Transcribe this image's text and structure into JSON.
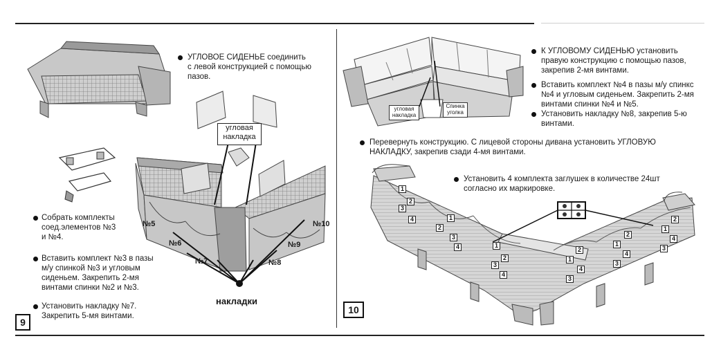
{
  "page9": {
    "number": "9",
    "step1": [
      "УГЛОВОЕ СИДЕНЬЕ соединить",
      "с левой конструкцией с помощью",
      "пазов."
    ],
    "step2": [
      "Собрать комплекты",
      "соед.элементов №3",
      "и №4."
    ],
    "step3": [
      "Вставить комплект №3 в пазы",
      "м/у спинкой №3 и угловым",
      "сиденьем. Закрепить 2-мя",
      "винтами спинки №2 и №3."
    ],
    "step4": [
      "Установить накладку №7.",
      "Закрепить 5-мя винтами."
    ],
    "corner_cover_label": [
      "угловая",
      "накладка"
    ],
    "part_labels": {
      "n5": "№5",
      "n6": "№6",
      "n7": "№7",
      "n8": "№8",
      "n9": "№9",
      "n10": "№10"
    },
    "covers_label": "накладки"
  },
  "page10": {
    "number": "10",
    "step1": [
      "К УГЛОВОМУ СИДЕНЬЮ установить",
      "правую конструкцию с помощью пазов,",
      "закрепив 2-мя винтами."
    ],
    "step2": [
      "Вставить комплект №4 в пазы м/у спинкс",
      "№4 и угловым сиденьем. Закрепить 2-мя",
      "винтами спинки №4 и №5."
    ],
    "step3": [
      "Установить накладку №8, закрепив 5-ю",
      "винтами."
    ],
    "step4": [
      "Перевернуть конструкцию. С лицевой стороны дивана установить УГЛОВУЮ",
      "НАКЛАДКУ, закрепив сзади 4-мя винтами."
    ],
    "step5": [
      "Установить 4 комплекта заглушек в количестве 24шт",
      "согласно их маркировке."
    ],
    "corner_cover_label": [
      "угловая",
      "накладка"
    ],
    "corner_back_label": [
      "Спинка",
      "уголка"
    ],
    "plug_marks": [
      "1",
      "2",
      "3",
      "4"
    ]
  }
}
